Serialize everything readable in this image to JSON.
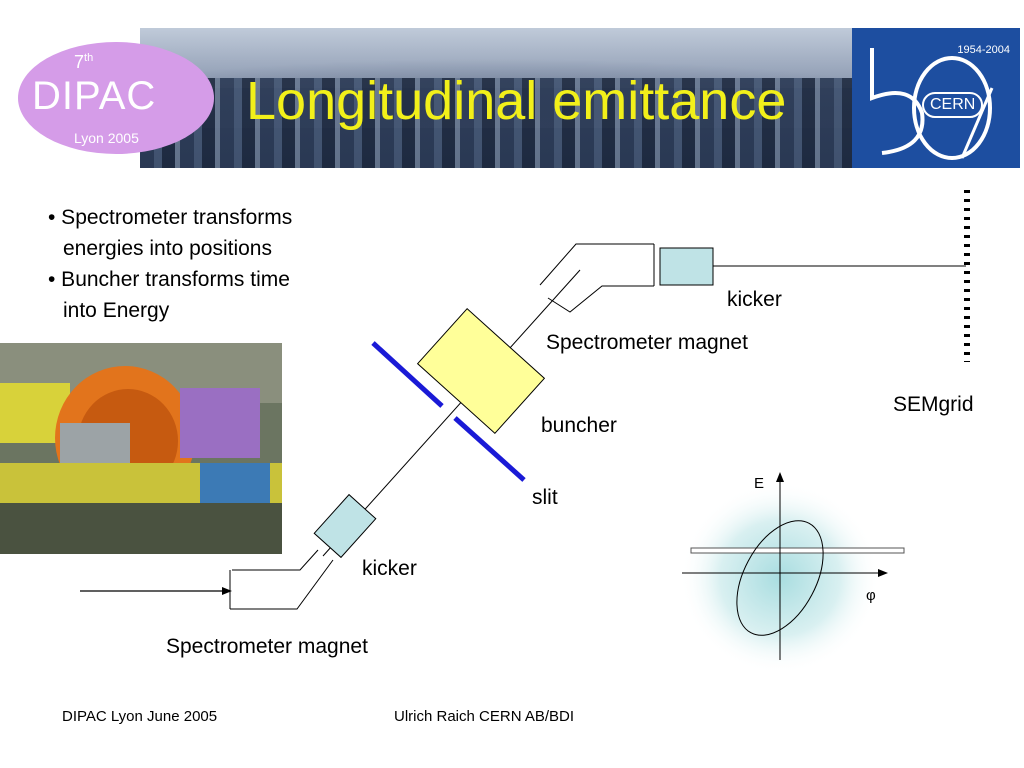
{
  "header": {
    "title": "Longitudinal emittance",
    "logo_left": {
      "ordinal": "7",
      "ordinal_suffix": "th",
      "name": "DIPAC",
      "city": "Lyon 2005"
    },
    "logo_right": {
      "years": "1954-2004",
      "org": "CERN"
    }
  },
  "bullets": [
    {
      "lines": [
        "• Spectrometer transforms",
        "energies into positions"
      ]
    },
    {
      "lines": [
        "• Buncher transforms time",
        "into Energy"
      ]
    }
  ],
  "diagram": {
    "kicker_top": "kicker",
    "spectrometer_top": "Spectrometer magnet",
    "semgrid": "SEMgrid",
    "buncher": "buncher",
    "slit": "slit",
    "kicker_bottom": "kicker",
    "spectrometer_bottom": "Spectrometer magnet"
  },
  "phase_plot": {
    "y_axis": "E",
    "x_axis": "φ"
  },
  "footer": {
    "left": "DIPAC Lyon June 2005",
    "center": "Ulrich Raich CERN AB/BDI"
  },
  "colors": {
    "title": "#f2f01a",
    "dipac_logo": "#d59ce8",
    "cern_blue": "#1d4ea0",
    "buncher_fill": "#ffff99",
    "kicker_fill": "#bfe3e6",
    "slit": "#1a1ad6"
  }
}
